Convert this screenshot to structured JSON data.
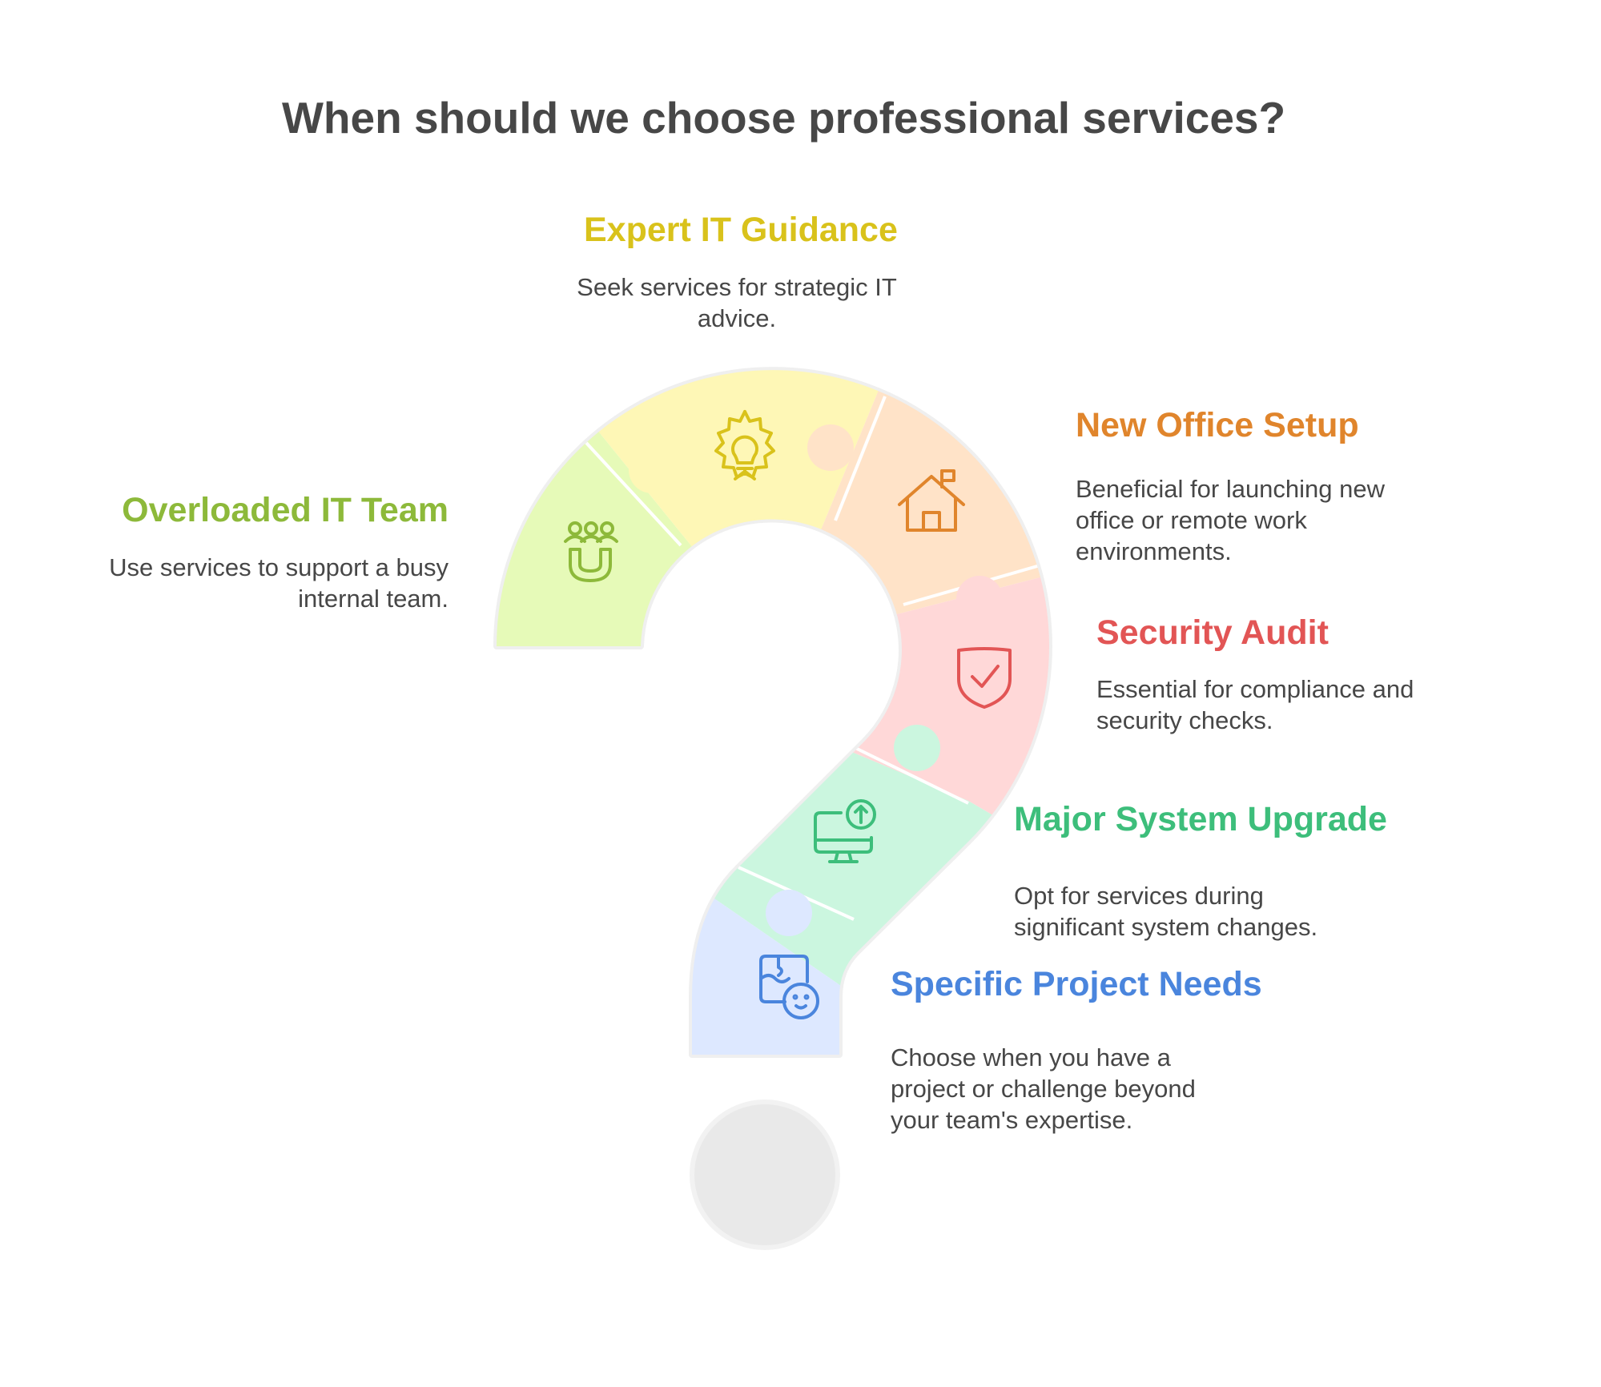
{
  "title": "When should we choose professional services?",
  "segments": [
    {
      "id": "overloaded",
      "title": "Overloaded IT Team",
      "description": "Use services to support a busy internal team.",
      "icon": "team-magnet-icon",
      "color": "#8DB93A",
      "fill": "#E6FAB8"
    },
    {
      "id": "expert",
      "title": "Expert IT Guidance",
      "description": "Seek services for strategic IT advice.",
      "icon": "lightbulb-gear-icon",
      "color": "#D9C21B",
      "fill": "#FEF7B6"
    },
    {
      "id": "office",
      "title": "New Office Setup",
      "description": "Beneficial for launching new office or remote work environments.",
      "icon": "house-flag-icon",
      "color": "#E0852C",
      "fill": "#FFE3C8"
    },
    {
      "id": "security",
      "title": "Security Audit",
      "description": "Essential for compliance and security checks.",
      "icon": "shield-check-icon",
      "color": "#E25555",
      "fill": "#FFD8D8"
    },
    {
      "id": "upgrade",
      "title": "Major System Upgrade",
      "description": "Opt for services during significant system changes.",
      "icon": "monitor-upgrade-icon",
      "color": "#3DBE7B",
      "fill": "#CBF6DF"
    },
    {
      "id": "project",
      "title": "Specific Project Needs",
      "description": "Choose when you have a project or challenge beyond your team's expertise.",
      "icon": "puzzle-face-icon",
      "color": "#4A85DD",
      "fill": "#DDE8FF"
    }
  ],
  "dot_color": "#E9E9E9"
}
